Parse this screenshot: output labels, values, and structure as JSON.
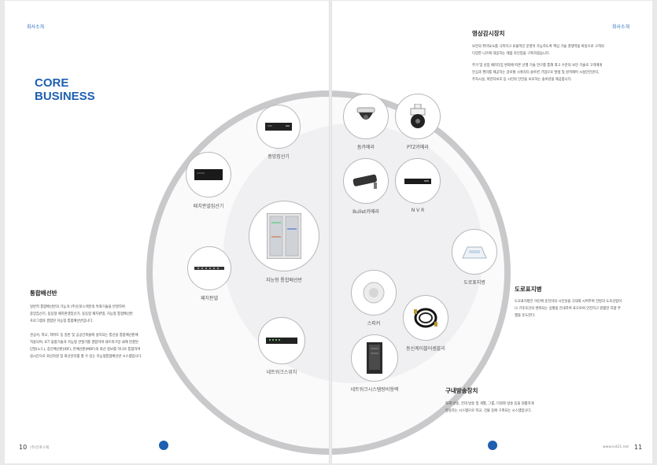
{
  "left_page": {
    "section_tag": "회사소개",
    "headline_line1": "CORE",
    "headline_line2": "BUSINESS",
    "integrated": {
      "title": "통합배선반",
      "p1": [
        "일반적 통합배선반의 기능과 (주)인포스택만의 특화기술을 반영하여",
        "중앙집선기, 동등형 패치판넬집선기, 동등형 패치판넬, 지능형 통합배선반",
        "프로그램과 결합된 지능형 통합배선반입니다."
      ],
      "p2": [
        "관공서, 학교, 파파트 등 일반 및 공공건축물에 설치되는 통신용 통합배선판에",
        "적용되며, ICT 융합기술과 지능형 관절기를 결합하여 네트워크망 내에 연결된",
        "단말(노드), 중간배선판(IDF), 본배선판(MDF)의 회선 정보를 하나로 통합하여",
        "실시간으로 회선자원 및 회선관리를 할 수 있는 지능형통합배선반 시스템입니다."
      ]
    },
    "page_number": "10",
    "page_brand": "(주)인포스택"
  },
  "right_page": {
    "section_tag": "회사소개",
    "cctv": {
      "title": "영상감시장치",
      "p1": [
        "보안의 취약요소를 극복하고 효율적인 운영이 가능하도록 핵심 기술 경쟁력을 바탕으로 고객의",
        "다양한 니즈에 대응하는 제품 라인업을 구축하였습니다."
      ],
      "p2": [
        "주거 및 산업 패러다임 변화에 따른 선행 기술 연구를 통해 최고 수준의 보안 기술로 고객에게",
        "안심과 편리를 제공하는 글로벌 시큐리티 솔루션 기업으로 발생 및 원격제어 시설안전관리,",
        "주차시설, 파란차보호 등 시민의 안전을 보호하는 솔루션을 제공합니다."
      ]
    },
    "road": {
      "title": "도로표지병",
      "p1": [
        "도로표지병은 야간에 운전자의 시인성을 극대화 시켜주며 전방의 도로선형이",
        "나 기후조건의 변화되는 상황을 안내하여 효으로써 안전하고 원활한 차량 주",
        "행을 유도한다."
      ]
    },
    "broadcast": {
      "title": "구내방송장치",
      "p1": [
        "화재 방송, 전대 방송 및 개별, 그룹, 다원화 방송 등을 원활하게",
        "방송하는 시스템으로 학교, 건물 등에 구축되는 시스템입니다."
      ]
    },
    "page_number": "11",
    "site": "www.isd21.net"
  },
  "products": {
    "central": "중앙집선기",
    "patch_concentrator": "패치판넬집선기",
    "intelligent": "지능형 통합배선반",
    "patch_panel": "패치판넬",
    "network_switch": "네트워크스위치",
    "dome_camera": "돔카메라",
    "ptz_camera": "PTZ카메라",
    "bullet_camera": "Bullet카메라",
    "nvr": "N V R",
    "road_marker": "도로표지병",
    "speaker": "스피커",
    "cable": "동신케이블어셈블리",
    "rack": "네트워크시스템랑비형랙"
  },
  "icons": {
    "logo": "company-logo-icon"
  },
  "colors": {
    "brand_blue": "#1d5fb0",
    "ring_gray": "#c9c9cc"
  }
}
